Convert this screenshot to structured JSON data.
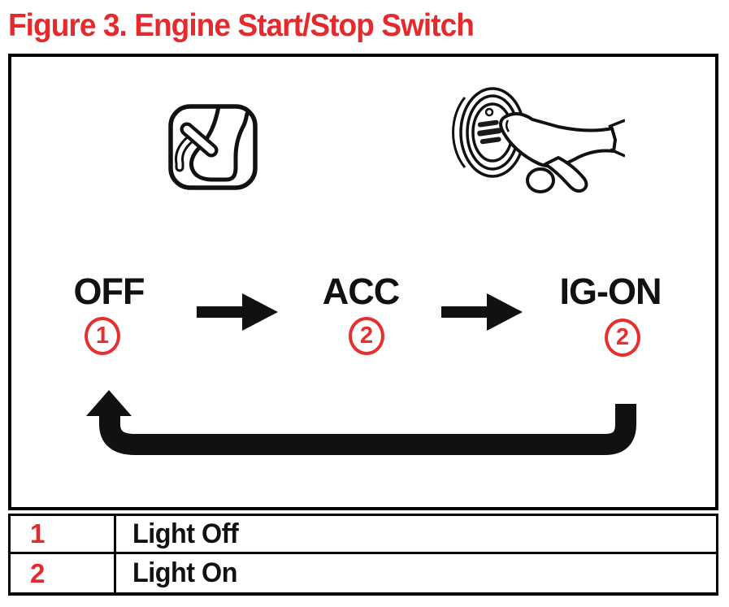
{
  "figure": {
    "title": "Figure 3. Engine Start/Stop Switch"
  },
  "colors": {
    "accent_red": "#e42a2c",
    "ink": "#111111",
    "background": "#ffffff"
  },
  "icons": {
    "brake_pedal_icon": "foot-pressing-brake-pedal",
    "start_button_icon": "finger-pressing-engine-start-stop-button",
    "flow_arrow_icon": "solid-right-arrow",
    "return_arrow_icon": "u-shaped-return-arrow-up-left"
  },
  "diagram": {
    "states": [
      {
        "label": "OFF",
        "marker": "1"
      },
      {
        "label": "ACC",
        "marker": "2"
      },
      {
        "label": "IG-ON",
        "marker": "2"
      }
    ]
  },
  "legend": {
    "rows": [
      {
        "key": "1",
        "description": "Light Off"
      },
      {
        "key": "2",
        "description": "Light On"
      }
    ]
  }
}
